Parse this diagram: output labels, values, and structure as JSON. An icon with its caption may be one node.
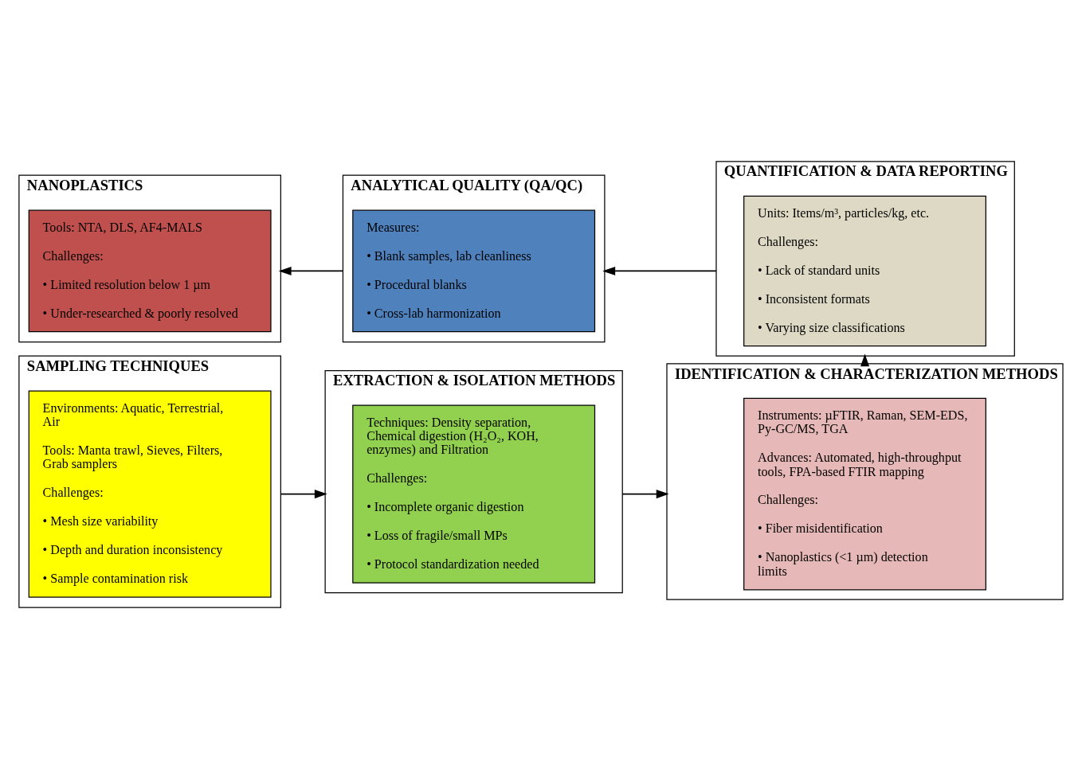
{
  "diagram": {
    "nodes": [
      {
        "text": [
          "SAMPLING TECHNIQUES"
        ]
      },
      {
        "text": [
          "Environments: Aquatic, Terrestrial, Air",
          "Tools: Manta trawl, Sieves, Filters, Grab samplers",
          "Challenges:",
          "• Mesh size variability",
          "• Depth and duration inconsistency",
          "• Sample contamination risk"
        ],
        "in": 0
      },
      {
        "text": [
          "EXTRACTION & ISOLATION METHODS"
        ]
      },
      {
        "text": [
          "Techniques: Density separation, Chemical digestion (H₂O₂, KOH, enzymes) and Filtration",
          "Challenges:",
          "• Incomplete organic digestion",
          "• Loss of fragile/small MPs",
          "• Protocol standardization needed"
        ],
        "in": 2
      },
      {
        "text": [
          "IDENTIFICATION & CHARACTERIZATION METHODS"
        ]
      },
      {
        "text": [
          "Instruments: µFTIR, Raman, SEM-EDS, Py-GC/MS, TGA",
          "Advances: Automated, high-throughput tools, FPA-based FTIR mapping",
          "Challenges:",
          "• Fiber misidentification",
          "• Nanoplastics (<1 µm) detection limits"
        ],
        "in": 4
      },
      {
        "text": [
          "QUANTIFICATION & DATA REPORTING"
        ]
      },
      {
        "text": [
          "Units: Items/m³, particles/kg, etc.",
          "Challenges:",
          "• Lack of standard units",
          "• Inconsistent formats",
          "• Varying size classifications"
        ],
        "in": 6
      },
      {
        "text": [
          "ANALYTICAL QUALITY (QA/QC)"
        ]
      },
      {
        "text": [
          "Measures:",
          "• Blank samples, lab cleanliness",
          "• Procedural blanks",
          "• Cross-lab harmonization"
        ],
        "in": 8
      },
      {
        "text": [
          "NANOPLASTICS"
        ]
      },
      {
        "text": [
          "Tools: NTA, DLS, AF4-MALS",
          "Challenges:",
          "• Limited resolution below 1 µm",
          "• Under-researched & poorly resolved"
        ],
        "in": 10
      }
    ],
    "edges": [
      {
        "from": 0,
        "to": 2,
        "arrow": "to"
      },
      {
        "from": 2,
        "to": 4,
        "arrow": "to"
      },
      {
        "from": 4,
        "to": 6,
        "arrow": "to"
      },
      {
        "from": 6,
        "to": 8,
        "arrow": "to"
      },
      {
        "from": 8,
        "to": 10,
        "arrow": "to"
      }
    ]
  }
}
